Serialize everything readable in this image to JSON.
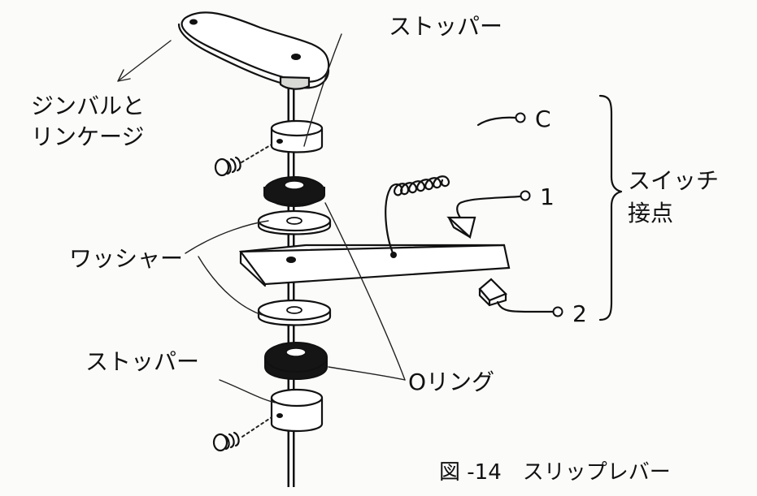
{
  "labels": {
    "gimbal_linkage_line1": "ジンバルと",
    "gimbal_linkage_line2": "リンケージ",
    "stopper_top": "ストッパー",
    "stopper_bottom": "ストッパー",
    "washer": "ワッシャー",
    "o_ring": "Oリング",
    "switch_contact_line1": "スイッチ",
    "switch_contact_line2": "接点",
    "terminal_c": "C",
    "terminal_1": "1",
    "terminal_2": "2"
  },
  "caption": "図 -14　スリップレバー"
}
